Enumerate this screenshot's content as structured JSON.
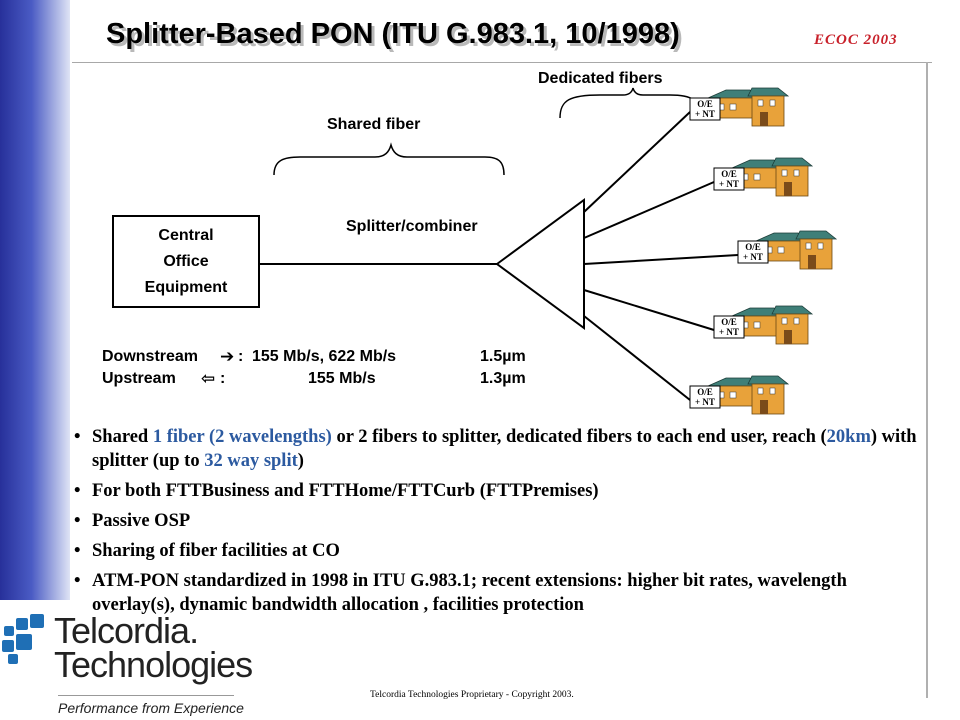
{
  "slide": {
    "title": "Splitter-Based PON (ITU G.983.1, 10/1998)",
    "conference": "ECOC 2003"
  },
  "diagram": {
    "dedicated_label": "Dedicated fibers",
    "shared_label": "Shared fiber",
    "splitter_label": "Splitter/combiner",
    "co_lines": [
      "Central",
      "Office",
      "Equipment"
    ],
    "onu_label_line1": "O/E",
    "onu_label_line2": "+ NT",
    "house_count": 5
  },
  "rates": {
    "downstream": {
      "name": "Downstream",
      "arrow": "➔",
      "colon": ":",
      "rates": "155 Mb/s, 622 Mb/s",
      "wavelength": "1.5µm"
    },
    "upstream": {
      "name": "Upstream",
      "arrow": "⇦",
      "colon": ":",
      "rates": "155 Mb/s",
      "wavelength": "1.3µm"
    }
  },
  "bullets": {
    "b1": {
      "p1": "Shared ",
      "h1": "1 fiber (2 wavelengths)",
      "p2": " or 2 fibers to splitter, dedicated fibers to each end user, reach (",
      "h2": "20km",
      "p3": ") with splitter (up to ",
      "h3": "32 way split",
      "p4": ")"
    },
    "b2": "For both FTTBusiness and FTTHome/FTTCurb  (FTTPremises)",
    "b3": "Passive OSP",
    "b4": "Sharing of fiber facilities at CO",
    "b5": "ATM-PON standardized in 1998 in ITU G.983.1; recent extensions: higher bit rates, wavelength overlay(s), dynamic bandwidth allocation , facilities protection"
  },
  "footer": {
    "company_line1": "Telcordia.",
    "company_line2": "Technologies",
    "tagline": "Performance from Experience",
    "copyright": "Telcordia Technologies Proprietary - Copyright 2003."
  },
  "colors": {
    "title_shadow": "#b9b9b9",
    "conference": "#c8202a",
    "highlight": "#2c5aa0",
    "logo_blue": "#1f6fb5",
    "roof": "#3f7f78",
    "wall": "#e8a23a"
  }
}
